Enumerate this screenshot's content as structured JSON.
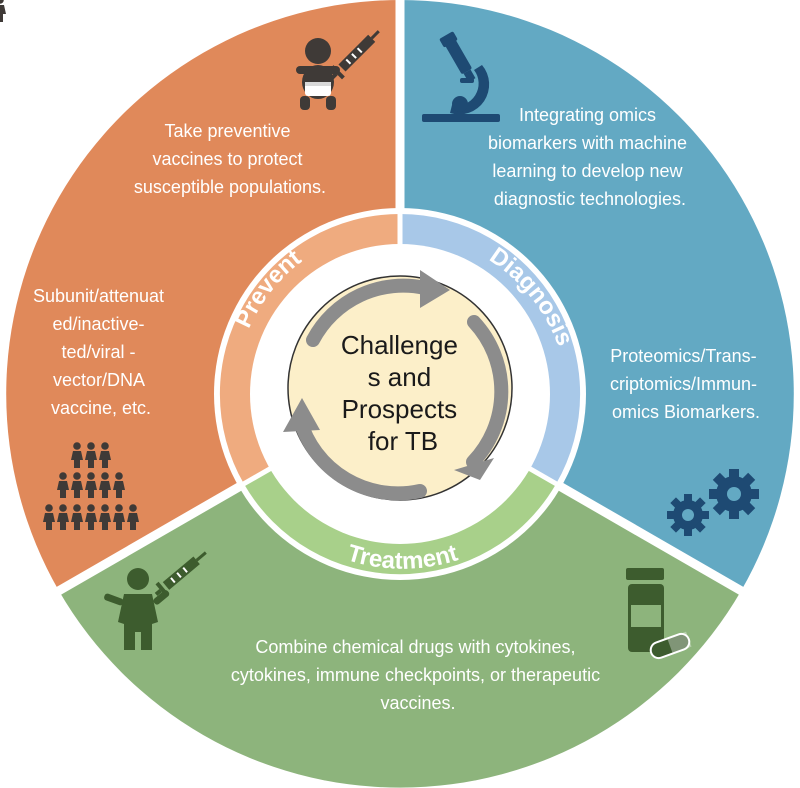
{
  "colors": {
    "prevent_outer": "#e0895a",
    "diagnosis_outer": "#63a9c3",
    "treatment_outer": "#8db47c",
    "prevent_ring": "#efab7f",
    "diagnosis_ring": "#a8c8e8",
    "treatment_ring": "#a8d08a",
    "center_fill": "#fcefc9",
    "arrows": "#8c8c8c",
    "icon_dark": "#3f3a37",
    "icon_green": "#3d5c2e",
    "icon_blue": "#1e4a73"
  },
  "center": {
    "lines": [
      "Challenge",
      "s and",
      "Prospects",
      "for TB"
    ]
  },
  "ring": {
    "prevent_label": "Prevent",
    "diagnosis_label": "Diagnosis",
    "treatment_label": "Treatment"
  },
  "prevent": {
    "text_top": [
      "Take preventive",
      "vaccines to protect",
      "susceptible populations."
    ],
    "text_left": [
      "Subunit/attenuat",
      "ed/inactive-",
      "ted/viral -",
      "vector/DNA",
      "vaccine, etc."
    ],
    "icons": [
      "baby-vaccine-icon",
      "population-icon"
    ]
  },
  "diagnosis": {
    "text_top": [
      "Integrating omics",
      "biomarkers with machine",
      "learning to develop new",
      "diagnostic technologies."
    ],
    "text_right": [
      "Proteomics/Trans-",
      "criptomics/Immun-",
      "omics Biomarkers."
    ],
    "icons": [
      "microscope-icon",
      "gears-icon"
    ]
  },
  "treatment": {
    "text": [
      "Combine chemical drugs with cytokines,",
      "cytokines, immune checkpoints, or therapeutic",
      "vaccines."
    ],
    "icons": [
      "person-syringe-icon",
      "medicine-bottle-icon"
    ]
  }
}
